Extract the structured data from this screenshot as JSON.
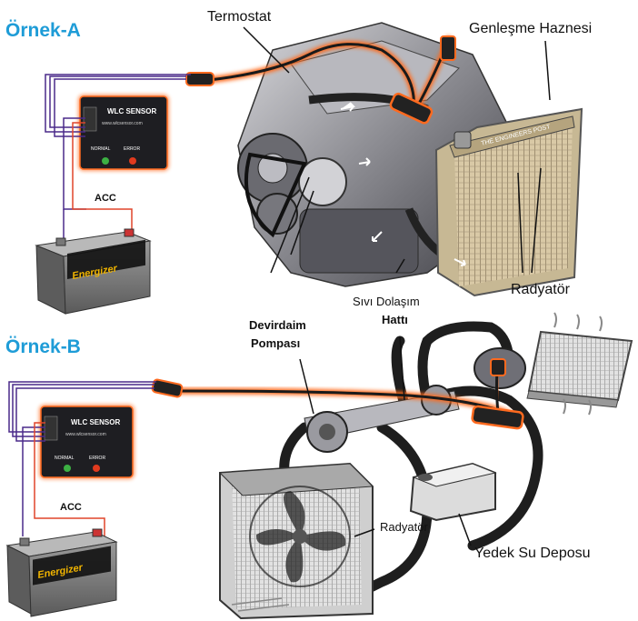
{
  "colors": {
    "section_blue": "#1e9cd7",
    "wire_glow": "#ff6a1f",
    "wire_dark": "#1a1a1a",
    "signal_wire": "#4a2a8a",
    "power_wire": "#e0452a",
    "led_green": "#3cb043",
    "led_red": "#e03a1e"
  },
  "example_a": {
    "title": "Örnek-A",
    "sensor": {
      "brand": "WLC SENSOR",
      "website": "www.wlcsensor.com",
      "normal": "NORMAL",
      "error": "ERROR"
    },
    "acc": "ACC",
    "battery_brand": "Energizer",
    "radiator_text": "THE ENGINEERS POST",
    "labels": {
      "thermostat": "Termostat",
      "expansion_tank": "Genleşme Haznesi",
      "radiator": "Radyatör",
      "circulation_1": "Sıvı Dolaşım",
      "circulation_2": "Hattı",
      "pump_1": "Devirdaim",
      "pump_2": "Pompası"
    }
  },
  "example_b": {
    "title": "Örnek-B",
    "sensor": {
      "brand": "WLC SENSOR",
      "website": "www.wlcsensor.com",
      "normal": "NORMAL",
      "error": "ERROR"
    },
    "acc": "ACC",
    "battery_brand": "Energizer",
    "labels": {
      "radiator": "Radyatör",
      "reserve_tank": "Yedek Su Deposu"
    }
  }
}
